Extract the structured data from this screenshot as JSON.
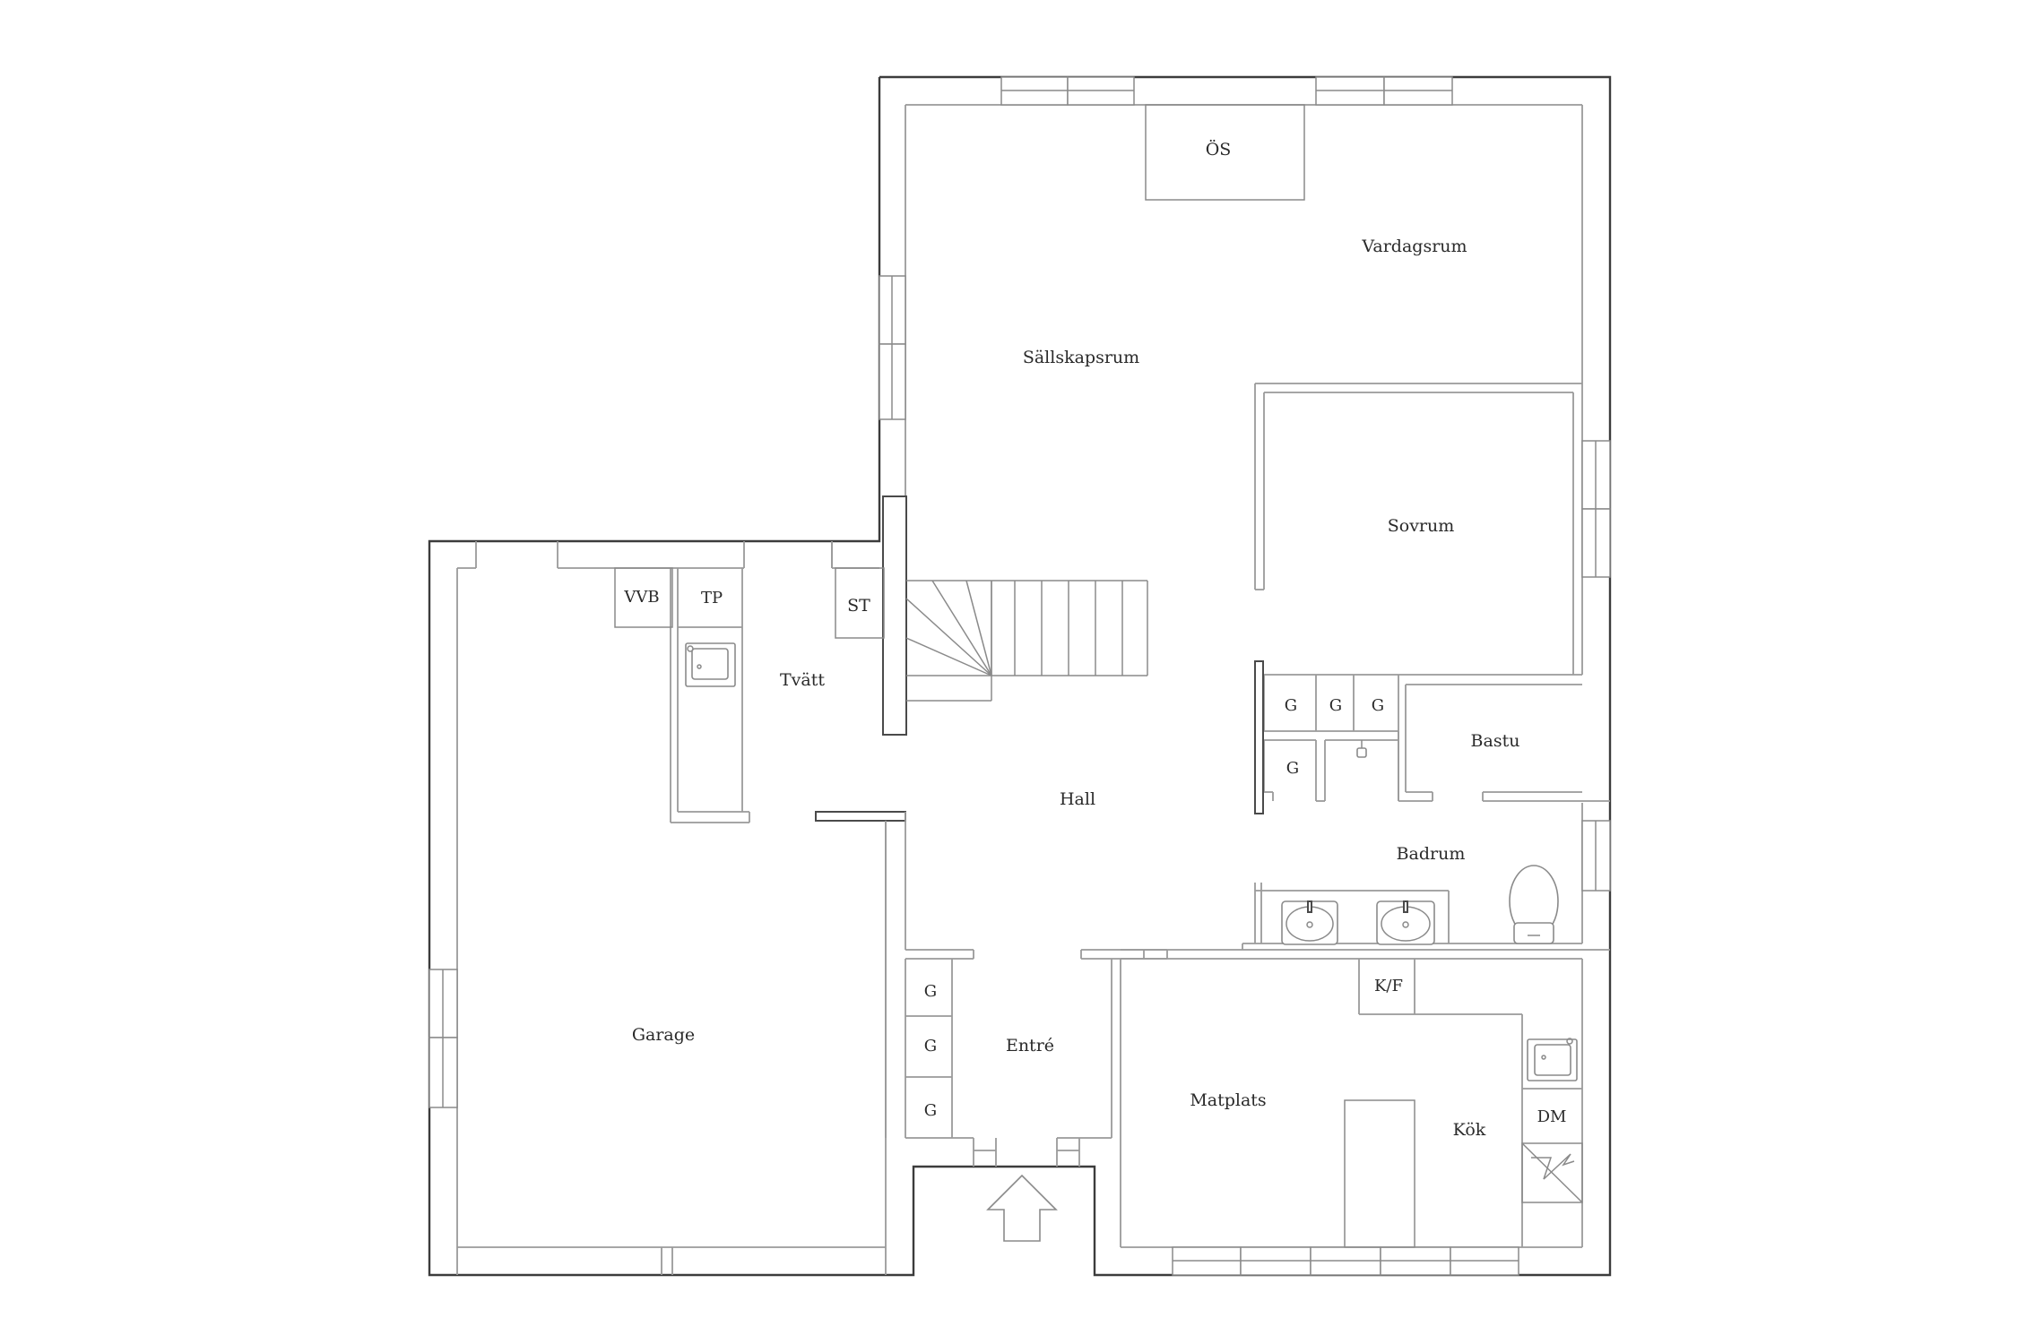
{
  "rooms": {
    "os": "ÖS",
    "vardagsrum": "Vardagsrum",
    "sallskapsrum": "Sällskapsrum",
    "sovrum": "Sovrum",
    "st": "ST",
    "vvb": "VVB",
    "tp": "TP",
    "tvatt": "Tvätt",
    "hall": "Hall",
    "bastu": "Bastu",
    "badrum": "Badrum",
    "garage": "Garage",
    "entre": "Entré",
    "matplats": "Matplats",
    "kok": "Kök",
    "kf": "K/F",
    "dm": "DM"
  },
  "closets": {
    "g1": "G",
    "g2": "G",
    "g3": "G",
    "g4": "G",
    "g5": "G",
    "g6": "G",
    "g7": "G"
  },
  "entrance_arrow": "entrance-arrow-icon"
}
